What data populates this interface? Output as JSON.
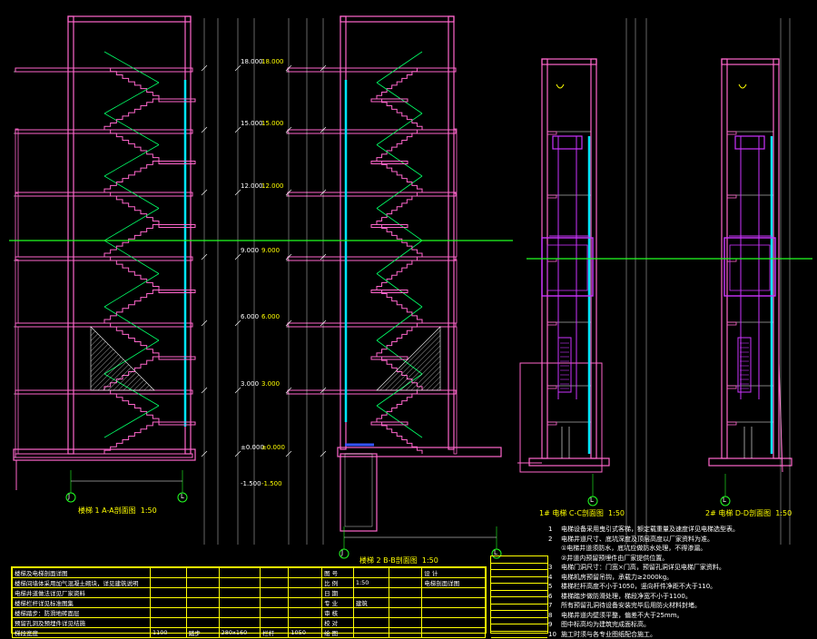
{
  "drawing": {
    "section_1": {
      "label": "楼梯 1 A-A剖面图",
      "scale": "1:50",
      "axis_left": "J",
      "axis_right": "L"
    },
    "section_2": {
      "label": "楼梯 2 B-B剖面图",
      "scale": "1:50",
      "axis_left": "J",
      "axis_right": "L"
    },
    "section_3": {
      "label": "1# 电梯 C-C剖面图",
      "scale": "1:50",
      "axis_left": "L"
    },
    "section_4": {
      "label": "2# 电梯 D-D剖面图",
      "scale": "1:50",
      "axis_left": "L"
    },
    "colors": {
      "wall": "#ff66cc",
      "stair": "#00ff66",
      "glass": "#00e5ff",
      "text": "#ffffff",
      "dim": "#ffff00",
      "elevator": "#cc33ff",
      "level": "#22ff22"
    }
  },
  "notes": {
    "title": "说明",
    "items": [
      {
        "num": "1",
        "text": "电梯设备采用曳引式客梯，额定载重量及速度详见电梯选型表。"
      },
      {
        "num": "2",
        "text": "电梯井道尺寸、底坑深度及顶层高度以厂家资料为准。"
      },
      {
        "num": "",
        "text": "①电梯井道须防水，底坑应做防水处理，不得渗漏。"
      },
      {
        "num": "",
        "text": "②井道内预留预埋件由厂家提供位置。"
      },
      {
        "num": "3",
        "text": "电梯门洞尺寸：门宽×门高，预留孔洞详见电梯厂家资料。"
      },
      {
        "num": "4",
        "text": "电梯机房预留吊钩，承载力≥2000kg。"
      },
      {
        "num": "5",
        "text": "楼梯栏杆高度不小于1050，竖向杆件净距不大于110。"
      },
      {
        "num": "6",
        "text": "楼梯踏步做防滑处理，梯段净宽不小于1100。"
      },
      {
        "num": "7",
        "text": "所有预留孔洞待设备安装完毕后用防火材料封堵。"
      },
      {
        "num": "8",
        "text": "电梯井道内壁须平整，偏差不大于25mm。"
      },
      {
        "num": "9",
        "text": "图中标高均为建筑完成面标高。"
      },
      {
        "num": "10",
        "text": "施工时须与各专业图纸配合施工。"
      }
    ]
  },
  "title_table": {
    "rows": [
      [
        "楼梯及电梯剖面详图",
        "",
        "",
        "",
        "",
        "",
        "图 号",
        "",
        "",
        "设 计"
      ],
      [
        "楼梯间墙体采用加气混凝土砌块，详见建筑说明",
        "",
        "",
        "",
        "",
        "",
        "比 例",
        "1:50",
        "",
        "电梯剖面详图"
      ],
      [
        "电梯井道做法详见厂家资料",
        "",
        "",
        "",
        "",
        "",
        "日 期",
        "",
        "",
        ""
      ],
      [
        "楼梯栏杆详见标准图集",
        "",
        "",
        "",
        "",
        "",
        "专 业",
        "建筑",
        "",
        ""
      ],
      [
        "楼梯踏步：防滑地砖面层",
        "",
        "",
        "",
        "",
        "",
        "审 核",
        "",
        "",
        ""
      ],
      [
        "预留孔洞及预埋件详见结施",
        "",
        "",
        "",
        "",
        "",
        "校 对",
        "",
        "",
        ""
      ],
      [
        "梯段宽度",
        "1100",
        "踏步",
        "280x160",
        "栏杆",
        "1050",
        "绘 图",
        "",
        "",
        ""
      ]
    ]
  },
  "levels": [
    "-1.500",
    "±0.000",
    "3.000",
    "6.000",
    "9.000",
    "12.000",
    "15.000",
    "18.000"
  ]
}
